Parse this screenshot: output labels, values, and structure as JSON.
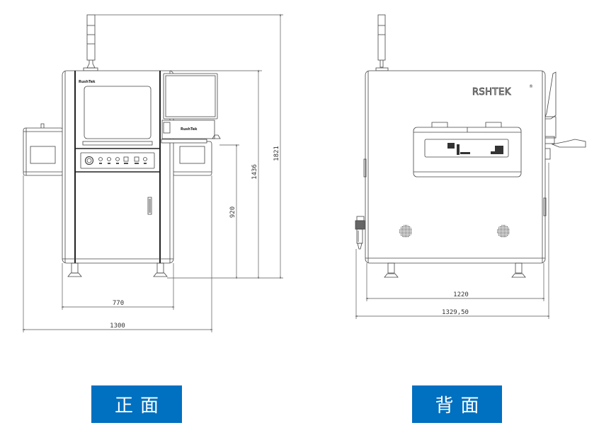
{
  "colors": {
    "label_bg": "#0070c0",
    "label_text": "#ffffff",
    "line": "#444444",
    "dim_line": "#555555"
  },
  "front_view": {
    "label": "正面",
    "brand_small": "RushTek",
    "dimensions": {
      "width_body": "770",
      "width_total": "1300",
      "height_conveyor": "920",
      "height_body": "1436",
      "height_total": "1821"
    }
  },
  "back_view": {
    "label": "背面",
    "brand_logo": "RSHTEK",
    "registered_mark": "®",
    "dimensions": {
      "width_body": "1220",
      "width_total": "1329,50"
    }
  }
}
